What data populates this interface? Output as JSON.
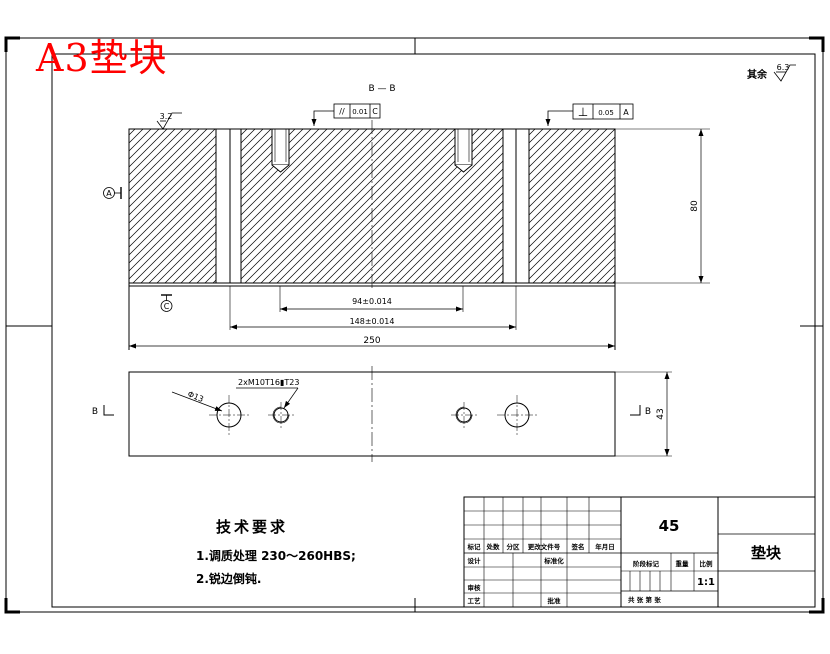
{
  "title_stamp": "A3垫块",
  "section_label": "B — B",
  "roughness": {
    "other_label": "其余",
    "other_value": "6.3",
    "top_value": "3.2"
  },
  "tolerance_frames": [
    {
      "symbol": "//",
      "value": "0.01",
      "datum": "C"
    },
    {
      "symbol": "⊥",
      "value": "0.05",
      "datum": "A"
    }
  ],
  "datums": {
    "a": "A",
    "c": "C"
  },
  "dimensions": {
    "height_80": "80",
    "span_94": "94±0.014",
    "span_148": "148±0.014",
    "length_250": "250",
    "width_43": "43",
    "hole_dia": "Φ13",
    "thread": "2xM10T16▮T23"
  },
  "view_marks": {
    "left": "B",
    "right": "B"
  },
  "tech_requirements": {
    "title": "技术要求",
    "items": [
      "1.调质处理 230～260HBS;",
      "2.锐边倒钝."
    ]
  },
  "title_block": {
    "material": "45",
    "part_name": "垫块",
    "scale": "1:1",
    "header_row": [
      "标记",
      "处数",
      "分区",
      "更改文件号",
      "签名",
      "年月日"
    ],
    "design": "设计",
    "standardize": "标准化",
    "stage_mark": "阶段标记",
    "weight": "重量",
    "scale_label": "比例",
    "review": "审核",
    "process": "工艺",
    "approve": "批准",
    "sheets": "共  张 第 张"
  }
}
